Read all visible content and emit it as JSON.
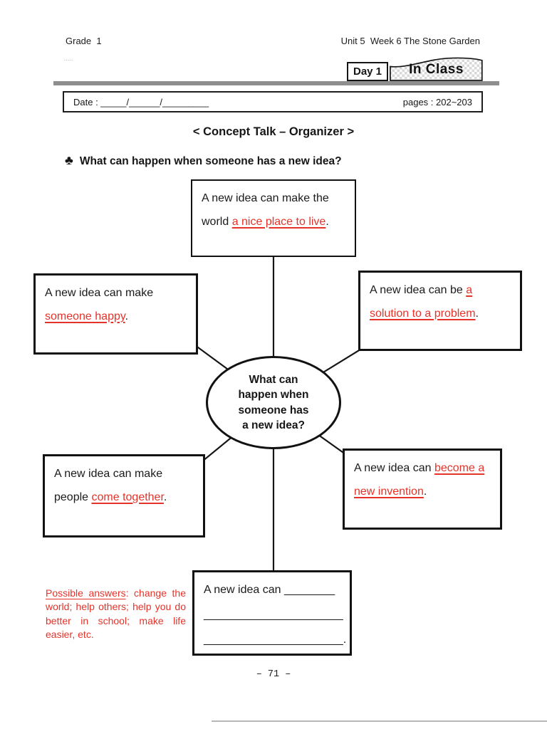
{
  "header": {
    "grade": "Grade  1",
    "unit": "Unit 5  Week 6 The Stone Garden",
    "tiny_marks": "-----",
    "day_badge": "Day 1",
    "in_class_badge": "In Class"
  },
  "date_row": {
    "date_label": "Date : _____/______/_________",
    "pages_label": "pages : 202~203"
  },
  "section_title": "< Concept Talk – Organizer >",
  "question": {
    "bullet": "♣",
    "text": "What can happen when someone has a new idea?"
  },
  "organizer": {
    "center_lines": [
      "What can",
      "happen when",
      "someone has",
      "a new idea?"
    ],
    "nodes": {
      "top": {
        "prefix": "A new idea can make the world ",
        "answer": "a nice place to live",
        "suffix": "."
      },
      "left": {
        "prefix": "A new idea can make ",
        "answer": "someone happy",
        "suffix": "."
      },
      "right": {
        "prefix": "A new idea can be ",
        "answer": "a solution to a problem",
        "suffix": "."
      },
      "bottom_left": {
        "prefix": "A new idea can make people ",
        "answer": "come together",
        "suffix": "."
      },
      "bottom_right": {
        "prefix": "A new idea can ",
        "answer": "become a new invention",
        "suffix": "."
      }
    },
    "fill_in": {
      "prefix": "A new idea can ",
      "blank_short": "________",
      "blank_long1": "______________________",
      "blank_long2": "______________________",
      "suffix": "."
    }
  },
  "possible_answers": {
    "label": "Possible answers",
    "rest": ": change the world; help others; help you do better in school; make life easier, etc."
  },
  "page_number": "– 71 –",
  "colors": {
    "accent_red": "#e5332a",
    "divider_gray": "#8e8e8e",
    "checker_gray": "#d8d8d8",
    "footer_line_gray": "#b7b7b7"
  }
}
